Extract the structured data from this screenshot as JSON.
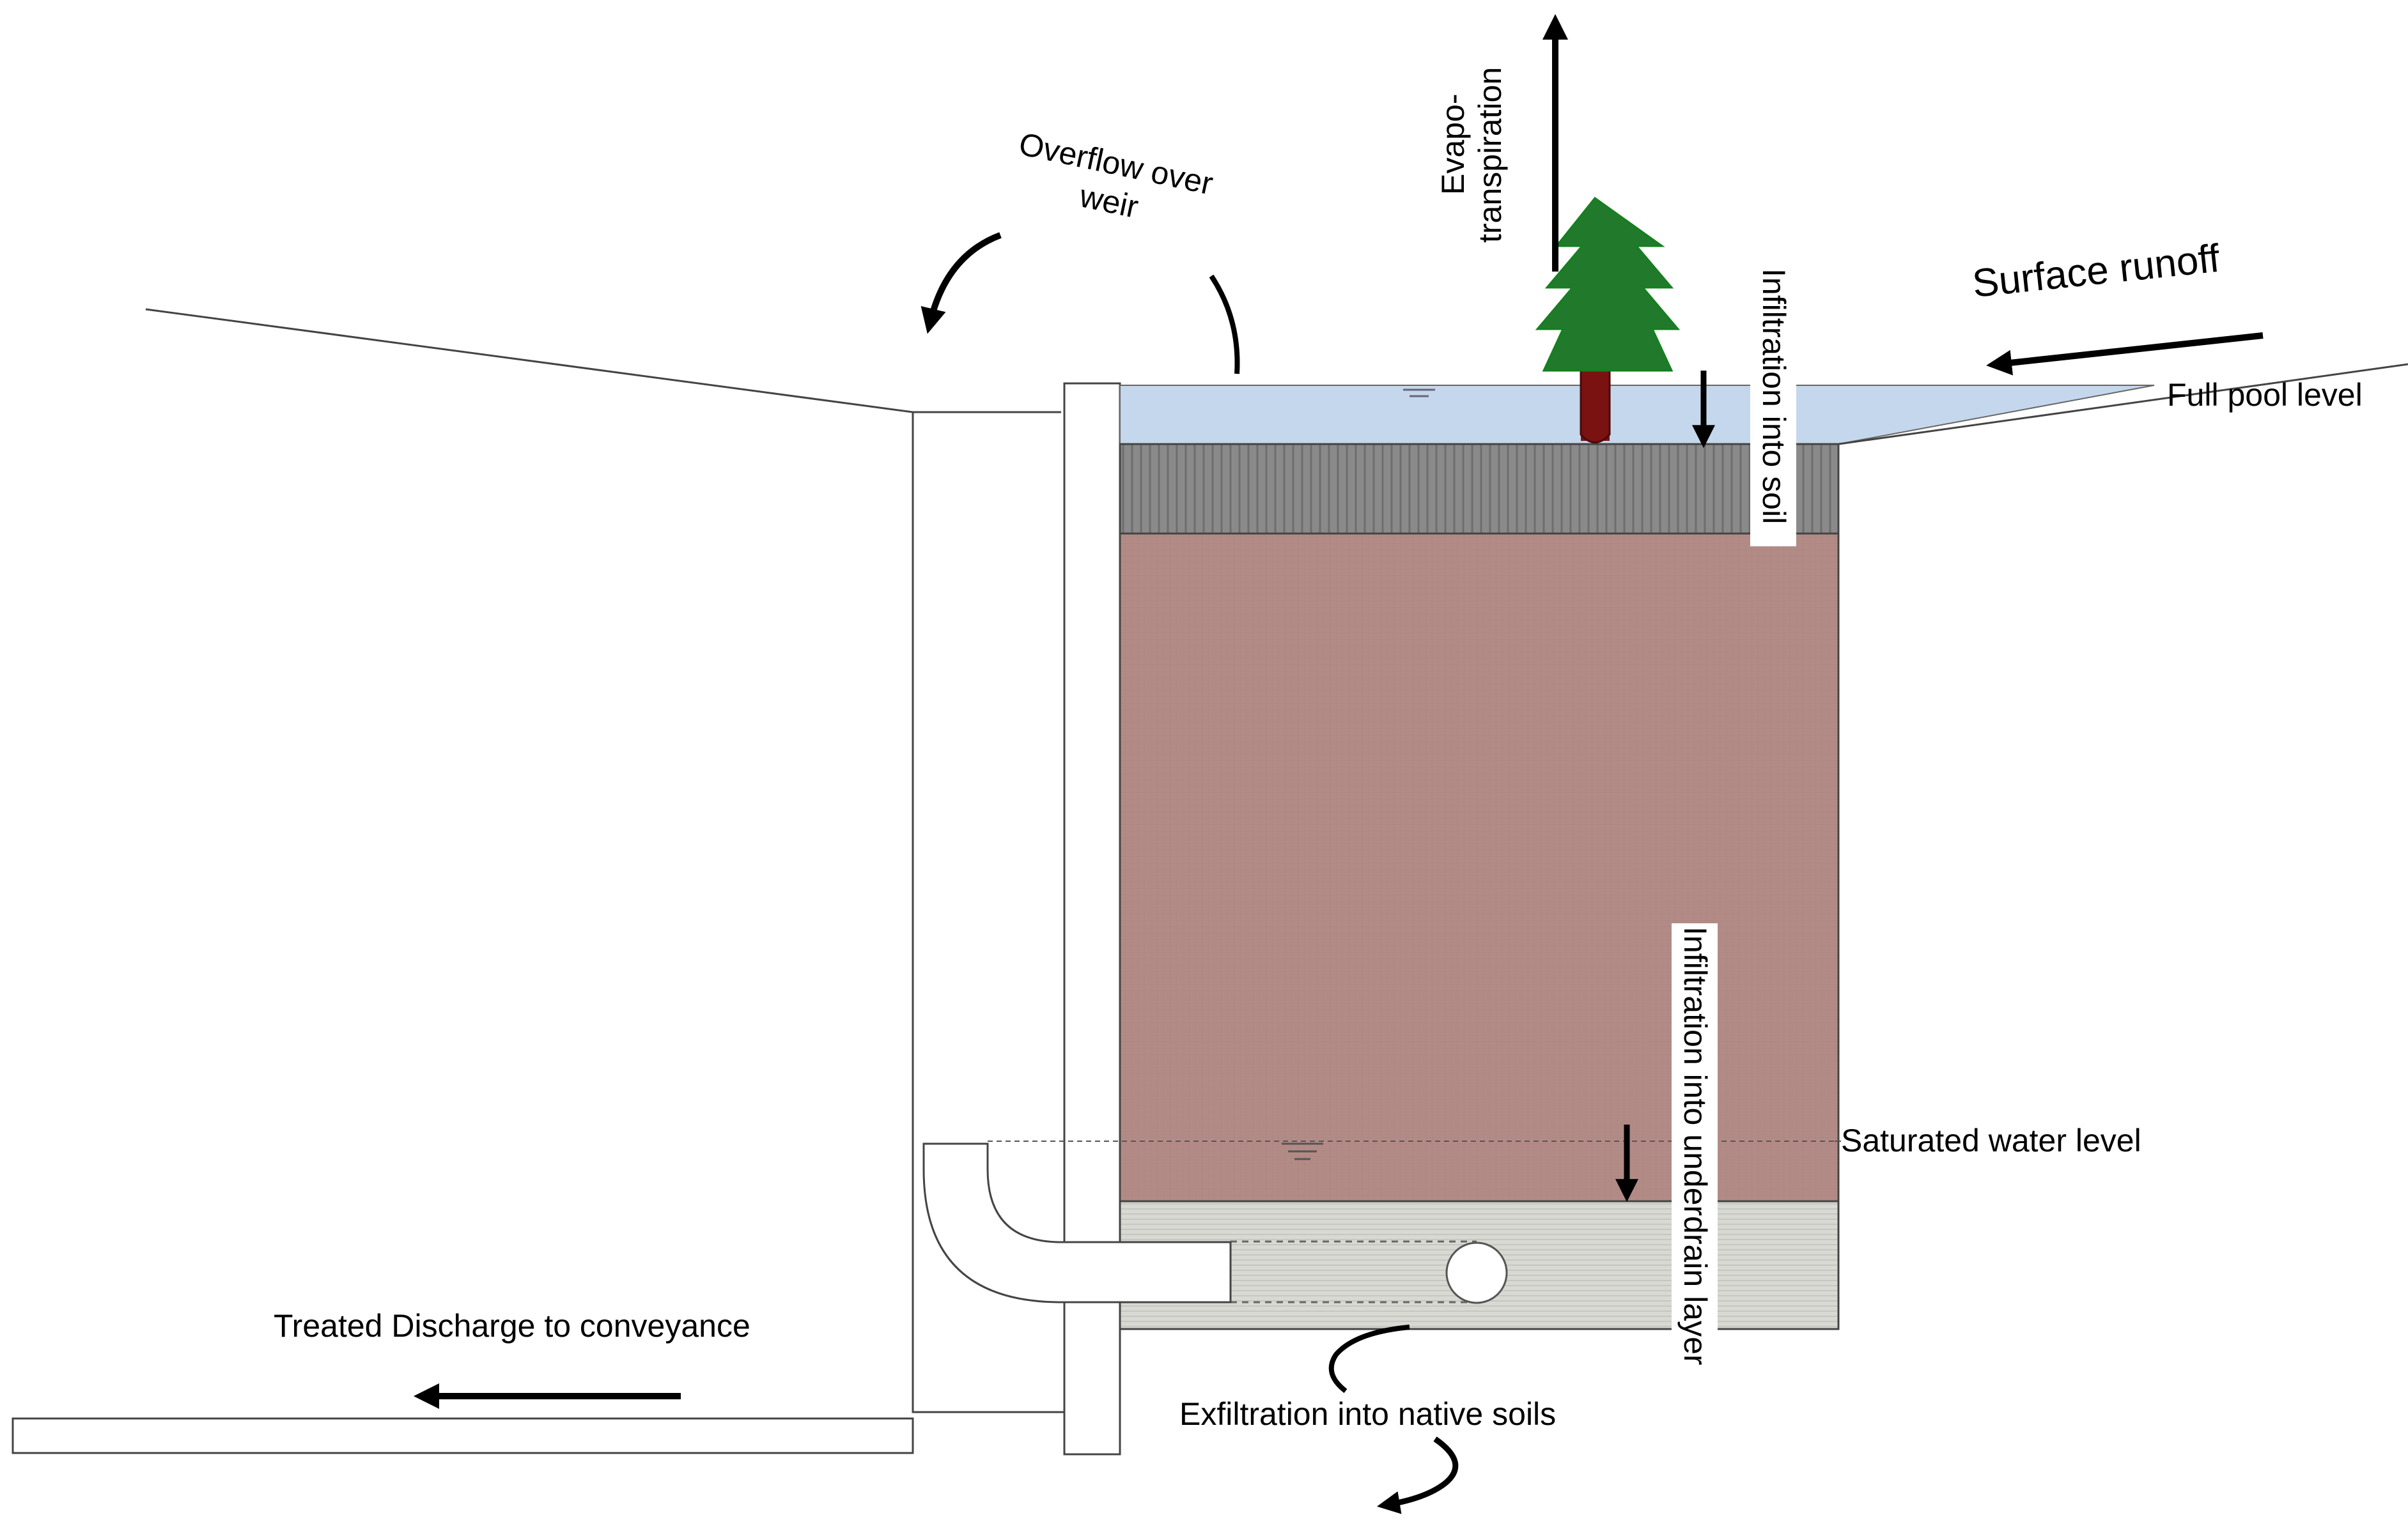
{
  "labels": {
    "evapotranspiration_line1": "Evapo-",
    "evapotranspiration_line2": "transpiration",
    "overflow_line1": "Overflow over",
    "overflow_line2": "weir",
    "surface_runoff": "Surface runoff",
    "full_pool_level": "Full pool level",
    "infiltration_into_soil": "Infiltration into soil",
    "infiltration_into_underdrain": "Infiltration into underdrain layer",
    "saturated_water_level": "Saturated water level",
    "treated_discharge": "Treated Discharge to conveyance",
    "exfiltration": "Exfiltration into native soils"
  },
  "colors": {
    "ponding_water": "#c5d7ec",
    "mulch_layer": "#8a8a8a",
    "soil_media": "#b38b86",
    "gravel_layer": "#d8d9d3",
    "tree_foliage": "#217a2b",
    "tree_trunk": "#7a1212",
    "outline": "#444444",
    "arrow": "#000000"
  }
}
